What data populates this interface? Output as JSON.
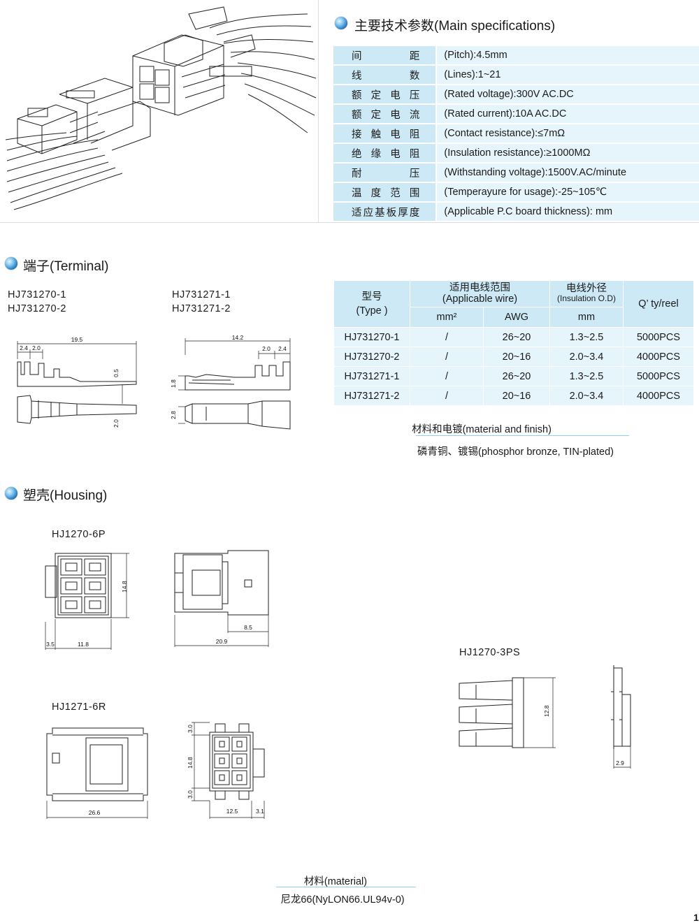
{
  "specs": {
    "title": "主要技术参数(Main specifications)",
    "rows": [
      {
        "label": "间距",
        "value": "(Pitch):4.5mm"
      },
      {
        "label": "线数",
        "value": "(Lines):1~21"
      },
      {
        "label": "额定电压",
        "value": "(Rated voltage):300V AC.DC"
      },
      {
        "label": "额定电流",
        "value": "(Rated current):10A AC.DC"
      },
      {
        "label": "接触电阻",
        "value": "(Contact resistance):≤7mΩ"
      },
      {
        "label": "绝缘电阻",
        "value": "(Insulation resistance):≥1000MΩ"
      },
      {
        "label": "耐压",
        "value": "(Withstanding voltage):1500V.AC/minute"
      },
      {
        "label": "温度范围",
        "value": "(Temperayure for usage):-25~105℃"
      },
      {
        "label": "适应基板厚度",
        "value": "(Applicable P.C board thickness):     mm"
      }
    ]
  },
  "terminal": {
    "title": "端子(Terminal)",
    "left_models": [
      "HJ731270-1",
      "HJ731270-2"
    ],
    "right_models": [
      "HJ731271-1",
      "HJ731271-2"
    ],
    "dims_left": {
      "total": "19.5",
      "a": "2.4",
      "b": "2.0",
      "thick": "0.5",
      "width": "2.0"
    },
    "dims_right": {
      "total": "14.2",
      "a": "2.0",
      "b": "2.4",
      "h": "1.8",
      "w": "2.8"
    },
    "table": {
      "col_type_cn": "型号",
      "col_type_en": "(Type )",
      "col_wire_cn": "适用电线范围",
      "col_wire_en": "(Applicable wire)",
      "col_od_cn": "电线外径",
      "col_od_en": "(Insulation O.D)",
      "col_qty": "Q’ ty/reel",
      "sub_mm2": "mm²",
      "sub_awg": "AWG",
      "sub_mm": "mm",
      "rows": [
        {
          "type": "HJ731270-1",
          "mm2": "/",
          "awg": "26~20",
          "od": "1.3~2.5",
          "qty": "5000PCS"
        },
        {
          "type": "HJ731270-2",
          "mm2": "/",
          "awg": "20~16",
          "od": "2.0~3.4",
          "qty": "4000PCS"
        },
        {
          "type": "HJ731271-1",
          "mm2": "/",
          "awg": "26~20",
          "od": "1.3~2.5",
          "qty": "5000PCS"
        },
        {
          "type": "HJ731271-2",
          "mm2": "/",
          "awg": "20~16",
          "od": "2.0~3.4",
          "qty": "4000PCS"
        }
      ]
    },
    "material_label": "材料和电镀(material and finish)",
    "material_value": "磷青铜、镀锡(phosphor bronze, TIN-plated)"
  },
  "housing": {
    "title": "塑壳(Housing)",
    "p6": {
      "model": "HJ1270-6P",
      "h": "14.8",
      "a": "3.5",
      "b": "11.8",
      "c": "8.5",
      "d": "20.9"
    },
    "r6": {
      "model": "HJ1271-6R",
      "len": "26.6",
      "t1": "3.0",
      "h": "14.8",
      "t2": "3.0",
      "w": "12.5",
      "e": "3.1"
    },
    "ps3": {
      "model": "HJ1270-3PS",
      "h": "12.8",
      "t": "2.9"
    },
    "material_label": "材料(material)",
    "material_value": "尼龙66(NyLON66.UL94v-0)"
  },
  "page_number": "1"
}
